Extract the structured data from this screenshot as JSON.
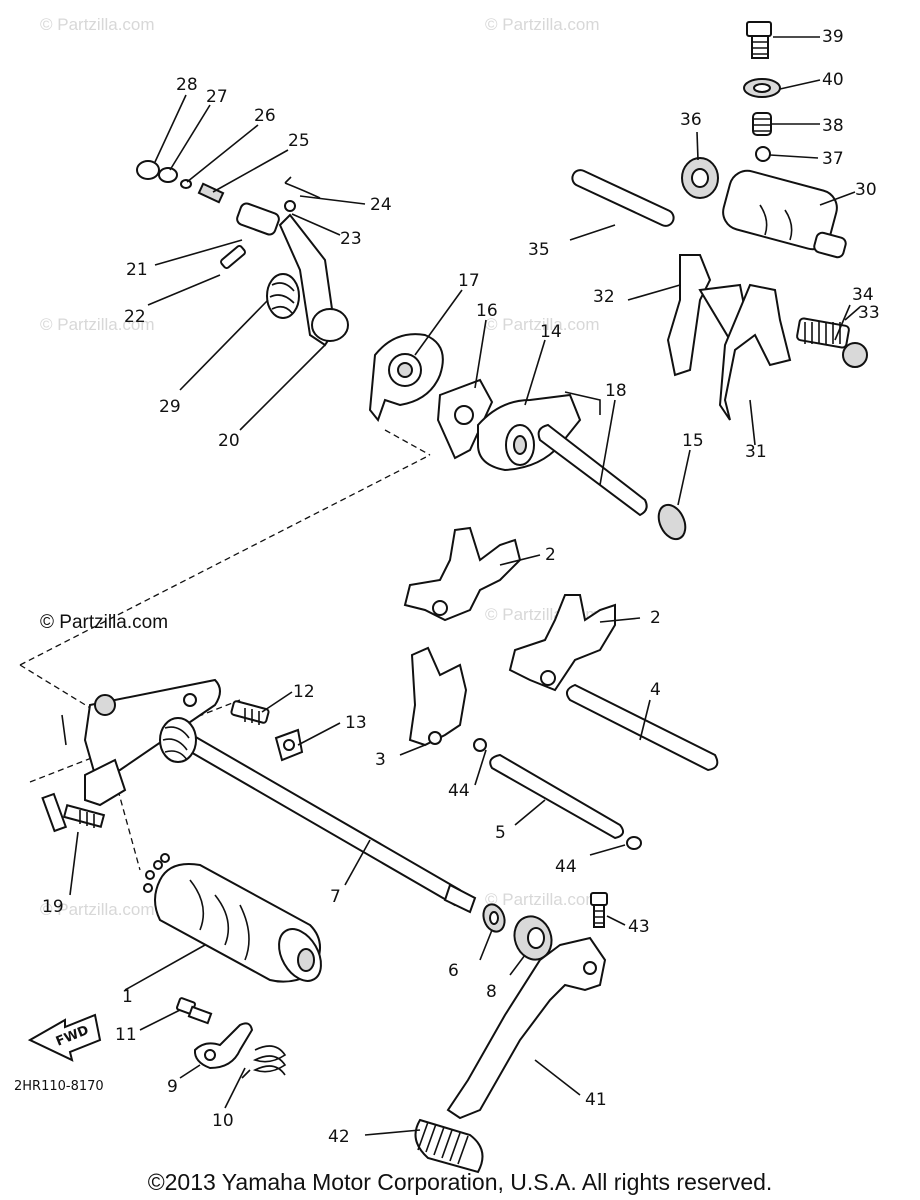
{
  "watermark": "© Partzilla.com",
  "diagram_code": "2HR110-8170",
  "fwd_label": "FWD",
  "copyright": "©2013 Yamaha Motor Corporation, U.S.A. All rights reserved.",
  "callouts": [
    "1",
    "2",
    "2",
    "3",
    "4",
    "5",
    "6",
    "7",
    "8",
    "9",
    "10",
    "11",
    "12",
    "13",
    "14",
    "15",
    "16",
    "17",
    "18",
    "19",
    "20",
    "21",
    "22",
    "23",
    "24",
    "25",
    "26",
    "27",
    "28",
    "29",
    "30",
    "31",
    "32",
    "33",
    "34",
    "35",
    "36",
    "37",
    "38",
    "39",
    "40",
    "41",
    "42",
    "43",
    "44",
    "44"
  ]
}
